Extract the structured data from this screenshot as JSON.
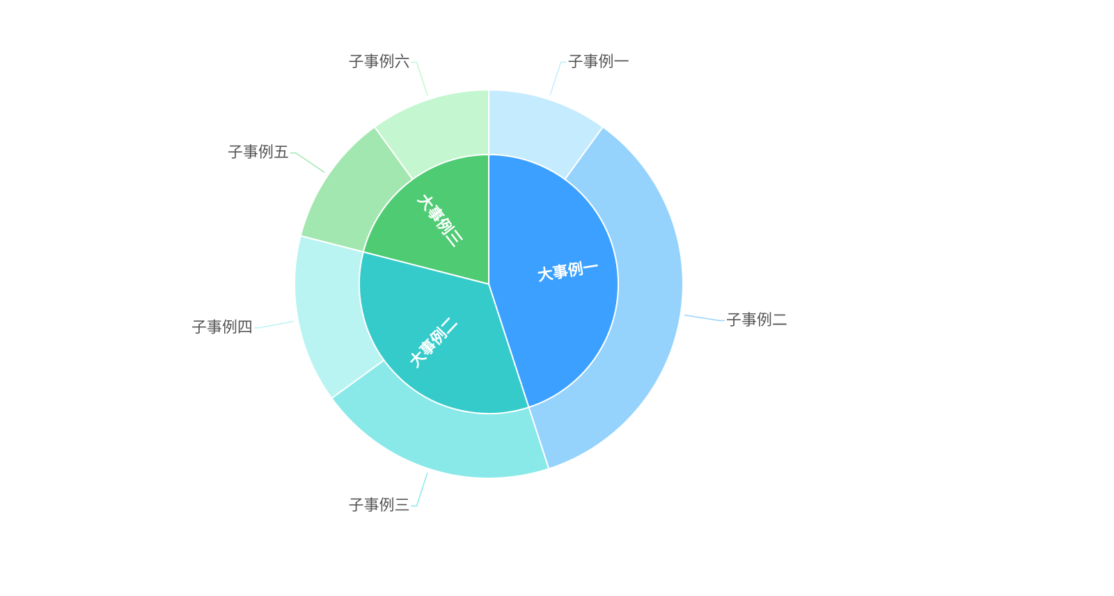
{
  "chart_data": {
    "type": "pie",
    "variant": "sunburst",
    "title": "",
    "legend": "none",
    "rings": [
      "inner",
      "outer"
    ],
    "colors": {
      "inner": [
        "#3BA0FF",
        "#36CBCB",
        "#4FCB74"
      ],
      "outer": [
        "#C5EBFE",
        "#95D3FD",
        "#88E9E8",
        "#B9F4F3",
        "#A2E7AF",
        "#C4F6CF"
      ],
      "leader": [
        "#C5EBFE",
        "#95D3FD",
        "#88E9E8",
        "#B9F4F3",
        "#A2E7AF",
        "#C4F6CF"
      ],
      "segment_border": "#ffffff"
    },
    "series": [
      {
        "name": "大事例一",
        "value": 45,
        "children": [
          {
            "name": "子事例一",
            "value": 10
          },
          {
            "name": "子事例二",
            "value": 35
          }
        ]
      },
      {
        "name": "大事例二",
        "value": 34,
        "children": [
          {
            "name": "子事例三",
            "value": 20
          },
          {
            "name": "子事例四",
            "value": 14
          }
        ]
      },
      {
        "name": "大事例三",
        "value": 21,
        "children": [
          {
            "name": "子事例五",
            "value": 11
          },
          {
            "name": "子事例六",
            "value": 10
          }
        ]
      }
    ]
  }
}
